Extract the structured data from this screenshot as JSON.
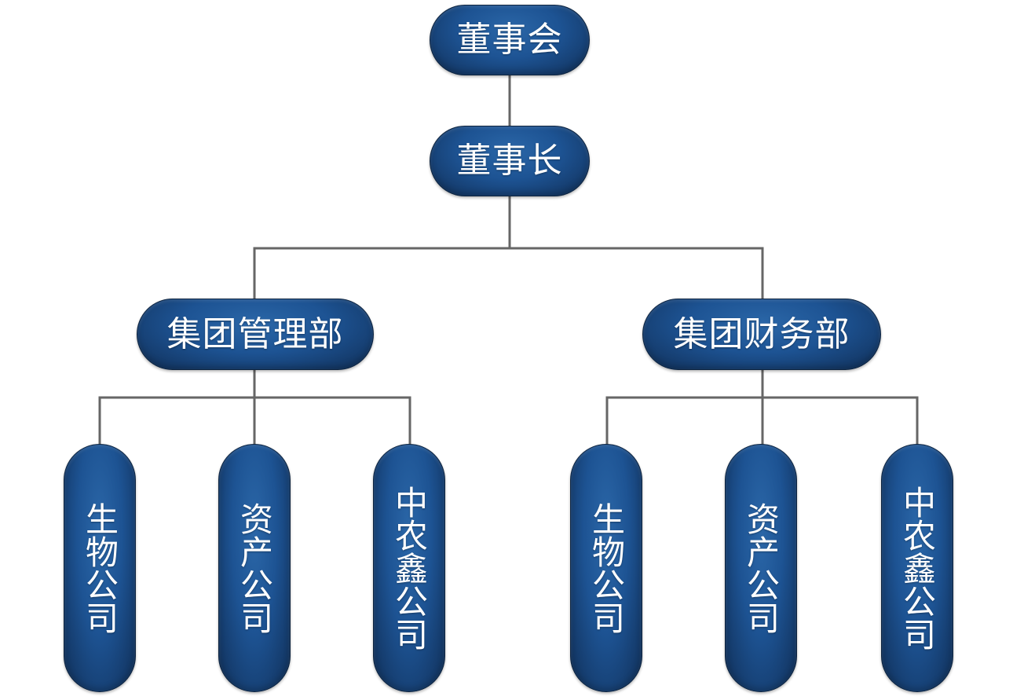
{
  "org_chart": {
    "board": "董事会",
    "chairman": "董事长",
    "departments": [
      {
        "name": "集团管理部",
        "companies": [
          "生物公司",
          "资产公司",
          "中农鑫公司"
        ]
      },
      {
        "name": "集团财务部",
        "companies": [
          "生物公司",
          "资产公司",
          "中农鑫公司"
        ]
      }
    ]
  },
  "colors": {
    "node_fill": "#1d5393",
    "node_dark": "#102f57",
    "connector": "#666666",
    "text": "#ffffff",
    "background": "#ffffff"
  }
}
